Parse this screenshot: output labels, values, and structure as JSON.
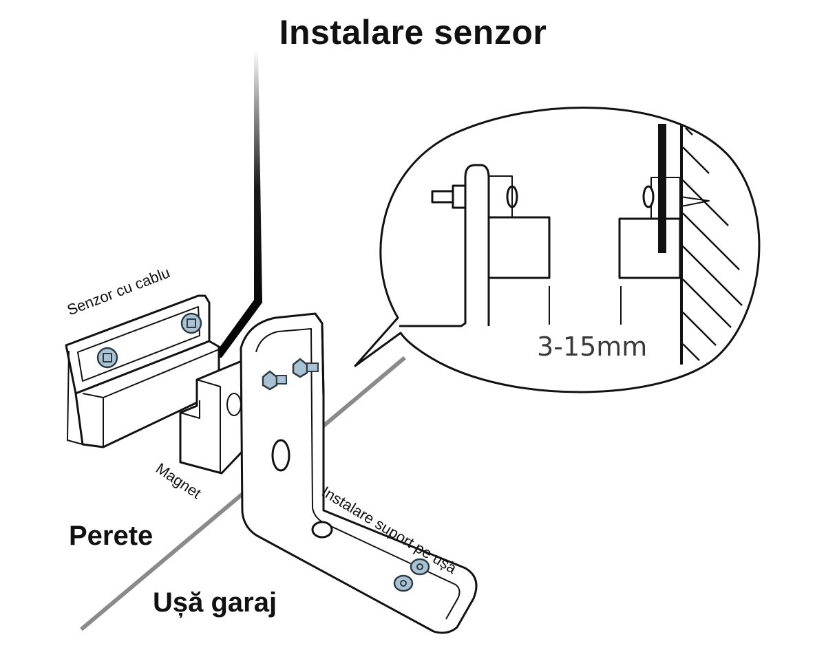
{
  "diagram": {
    "title": "Instalare senzor",
    "labels": {
      "sensor": "Senzor cu cablu",
      "magnet": "Magnet",
      "wall": "Perete",
      "door": "Ușă garaj",
      "bracket": "Instalare suport pe ușă",
      "gap": "3-15mm"
    }
  },
  "colors": {
    "ink": "#111111",
    "screw_fill": "#a9c2d4",
    "screw_stroke": "#2f3b44",
    "floor_line": "#8a8a8a",
    "background": "#ffffff"
  },
  "icons": [
    "screw-icon",
    "hex-bolt-icon",
    "hatched-wall-icon"
  ]
}
